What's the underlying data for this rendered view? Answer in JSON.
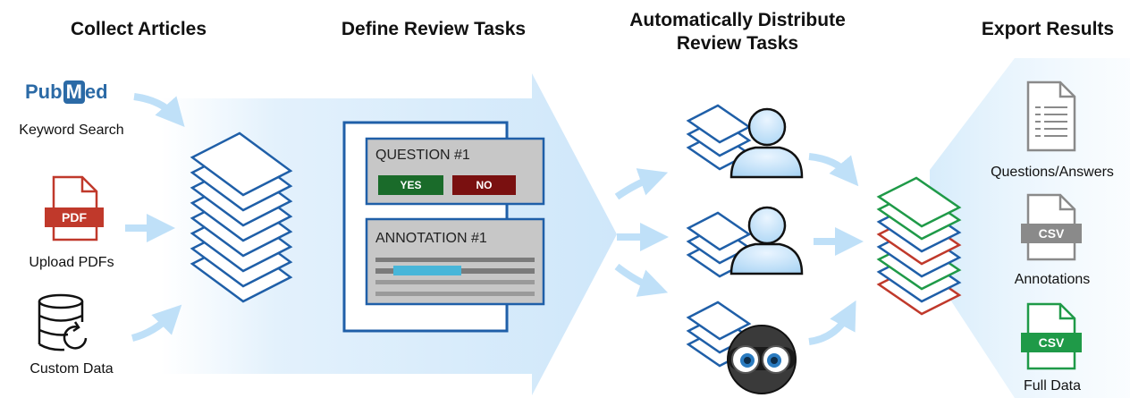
{
  "stages": {
    "collect": "Collect Articles",
    "define": "Define Review Tasks",
    "distribute_line1": "Automatically Distribute",
    "distribute_line2": "Review Tasks",
    "export": "Export Results"
  },
  "sources": {
    "pubmed_logo": "PubMed",
    "keyword_search": "Keyword Search",
    "pdf_tag": "PDF",
    "upload_pdfs": "Upload PDFs",
    "custom_data": "Custom Data"
  },
  "tasks": {
    "question_title": "QUESTION #1",
    "yes_label": "YES",
    "no_label": "NO",
    "annotation_title": "ANNOTATION #1"
  },
  "exports": {
    "questions_answers": "Questions/Answers",
    "csv_tag_annotations": "CSV",
    "annotations": "Annotations",
    "csv_tag_full": "CSV",
    "full_data": "Full Data"
  },
  "colors": {
    "doc_blue": "#1f5fa8",
    "doc_green": "#1f9a48",
    "doc_red": "#c0392b",
    "arrow_light": "#bfe0f8",
    "yes_green": "#1a6b2a",
    "no_red": "#7a1010",
    "pdf_red": "#c0392b",
    "csv_gray": "#8a8a8a",
    "csv_green": "#1f9a48"
  }
}
